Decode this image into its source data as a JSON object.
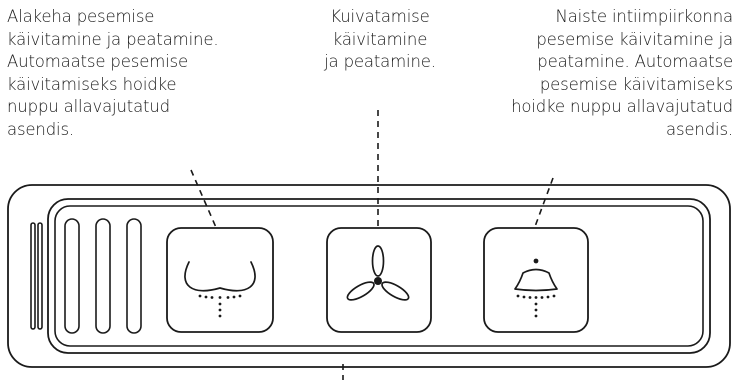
{
  "labels": {
    "rear_wash": "Alakeha pesemise\nkäivitamine ja peatamine.\nAutomaatse pesemise\nkäivitamiseks hoidke\nnuppu allavajutatud\nasendis.",
    "dryer": "Kuivatamise\nkäivitamine\nja peatamine.",
    "feminine_wash": "Naiste intiimpiirkonna\npesemise käivitamine ja\npeatamine. Automaatse\npesemise käivitamiseks\nhoidke nuppu allavajutatud\nasendis."
  },
  "buttons": [
    {
      "icon": "rear-wash-icon"
    },
    {
      "icon": "fan-icon"
    },
    {
      "icon": "feminine-wash-icon"
    }
  ],
  "colors": {
    "stroke": "#1a1a1a",
    "background": "#ffffff"
  }
}
